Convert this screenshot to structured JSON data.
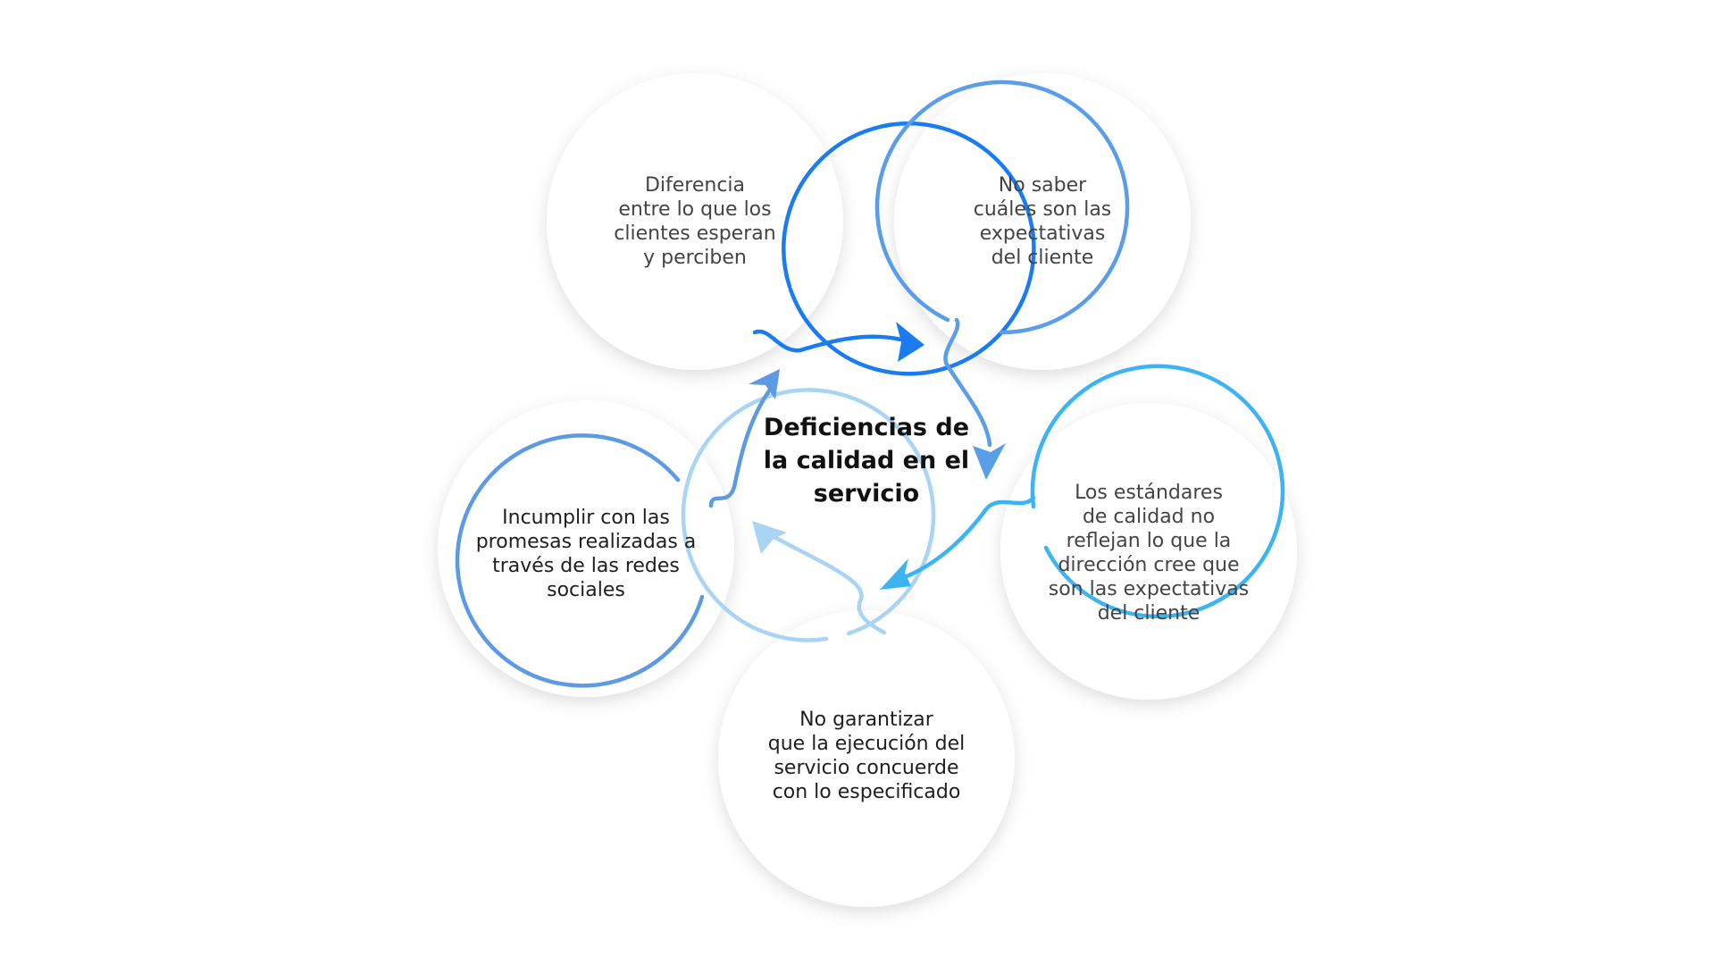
{
  "center": {
    "title": "Deficiencias de\nla calidad en el\nservicio"
  },
  "nodes": [
    {
      "id": "expectativa-percepcion",
      "text": "Diferencia\nentre lo que los\nclientes esperan\ny perciben",
      "color": "#1a7cf0"
    },
    {
      "id": "expectativas-cliente",
      "text": "No saber\ncuáles son las\nexpectativas\ndel cliente",
      "color": "#5a9de8"
    },
    {
      "id": "estandares-calidad",
      "text": "Los estándares\nde calidad no\nreflejan lo que la\ndirección cree que\nson las expectativas\ndel cliente",
      "color": "#3cb4f4"
    },
    {
      "id": "ejecucion-servicio",
      "text": "No garantizar\nque la ejecución del\nservicio concuerde\ncon lo especificado",
      "color": "#a9d4f3"
    },
    {
      "id": "promesas-redes",
      "text": "Incumplir con las\npromesas realizadas a\ntravés de las redes\nsociales",
      "color": "#5c9ae4"
    }
  ],
  "arrow_colors": [
    "#1a7cf0",
    "#5a9de8",
    "#3cb4f4",
    "#a9d4f3",
    "#5c9ae4"
  ]
}
